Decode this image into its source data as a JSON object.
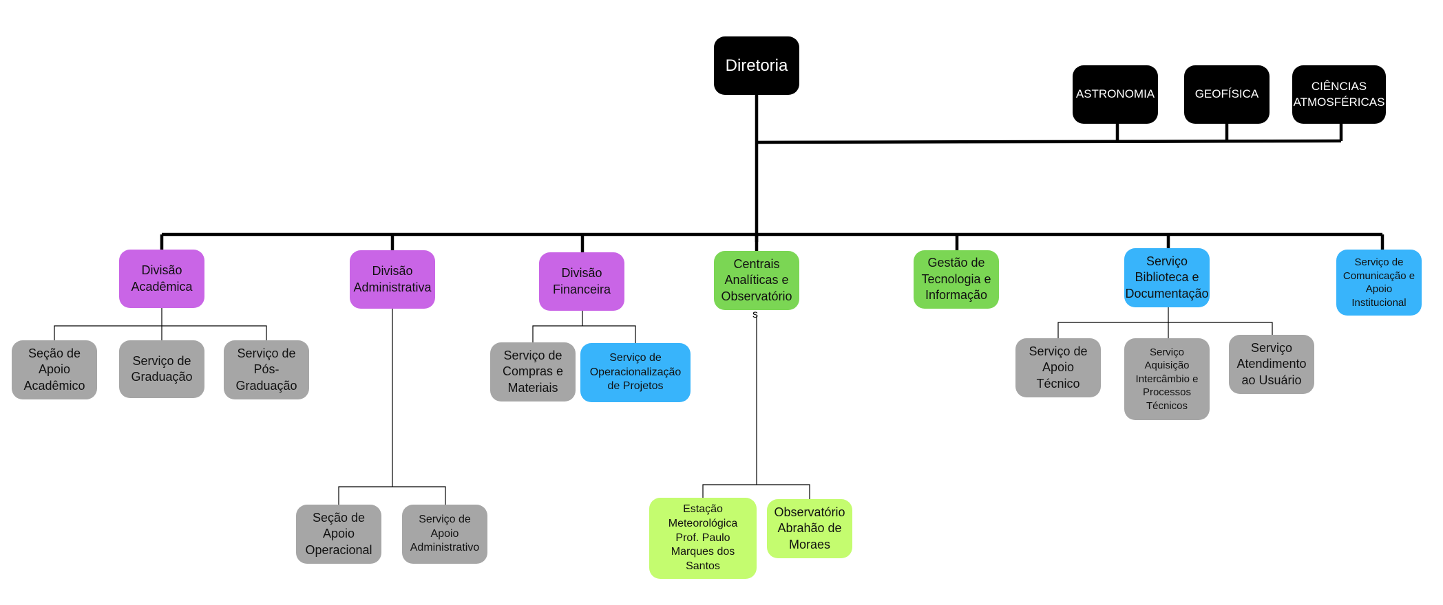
{
  "diagram": {
    "root": {
      "label": "Diretoria"
    },
    "departments": [
      {
        "label": "ASTRONOMIA"
      },
      {
        "label": "GEOFÍSICA"
      },
      {
        "label": "CIÊNCIAS\nATMOSFÉRICAS"
      }
    ],
    "units": [
      {
        "label": "Divisão\nAcadêmica",
        "children": [
          {
            "label": "Seção de\nApoio\nAcadêmico"
          },
          {
            "label": "Serviço de\nGraduação"
          },
          {
            "label": "Serviço de\nPós-\nGraduação"
          }
        ]
      },
      {
        "label": "Divisão\nAdministrativa",
        "children": [
          {
            "label": "Seção de\nApoio\nOperacional"
          },
          {
            "label": "Serviço de\nApoio\nAdministrativo"
          }
        ]
      },
      {
        "label": "Divisão\nFinanceira",
        "children": [
          {
            "label": "Serviço de\nCompras e\nMateriais"
          },
          {
            "label": "Serviço de\nOperacionalização\nde Projetos"
          }
        ]
      },
      {
        "label": "Centrais\nAnalíticas e\nObservatório",
        "children": [
          {
            "label": "Estação\nMeteorológica\nProf. Paulo\nMarques dos\nSantos"
          },
          {
            "label": "Observatório\nAbrahão de\nMoraes"
          }
        ]
      },
      {
        "label": "Gestão de\nTecnologia e\nInformação",
        "children": []
      },
      {
        "label": "Serviço\nBiblioteca e\nDocumentação",
        "children": [
          {
            "label": "Serviço de\nApoio\nTécnico"
          },
          {
            "label": "Serviço\nAquisição\nIntercâmbio e\nProcessos\nTécnicos"
          },
          {
            "label": "Serviço\nAtendimento\nao Usuário"
          }
        ]
      },
      {
        "label": "Serviço de\nComunicação e\nApoio\nInstitucional",
        "children": []
      }
    ],
    "stray_text": "s",
    "colors": {
      "black": "#000000",
      "purple": "#c965e6",
      "green": "#7bd654",
      "lime": "#c4fc6f",
      "blue": "#38b4fb",
      "gray": "#a6a6a6"
    }
  }
}
